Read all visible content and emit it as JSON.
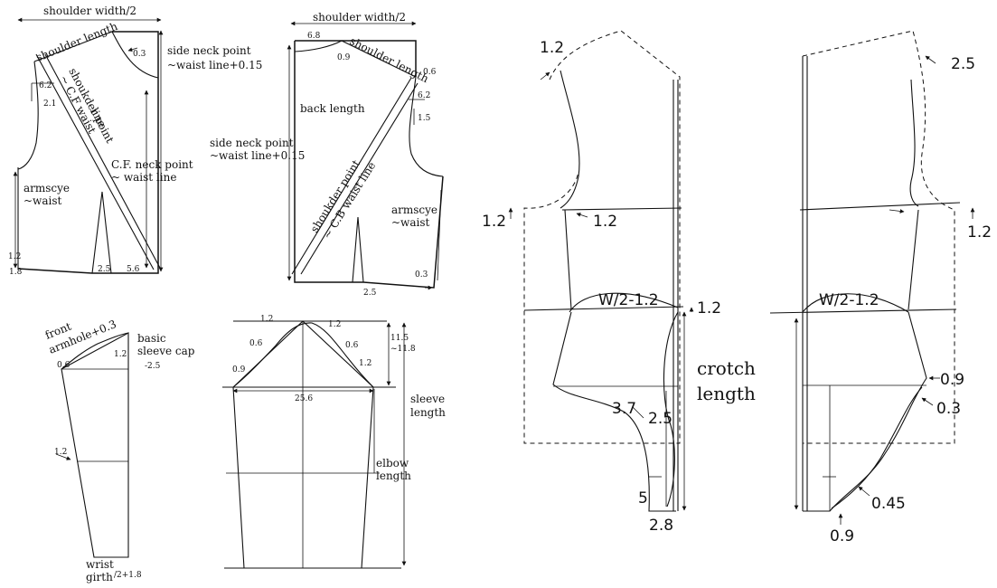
{
  "front_bodice": {
    "shoulder_width": "shoulder width/2",
    "shoulder_length": "shoulder length",
    "m_0_3": "0.3",
    "snp_1": "side neck point",
    "snp_2": "~waist line+0.15",
    "sp_cf_1": "shoukder point",
    "sp_cf_2": "~ C.F waist",
    "sp_cf_3": "line",
    "m_6_2": "6.2",
    "m_2_1": "2.1",
    "cf_neck_1": "C.F. neck point",
    "cf_neck_2": "~ waist line",
    "armscye_1": "armscye",
    "armscye_2": "~waist",
    "m_1_2": "1.2",
    "m_1_8": "1.8",
    "m_2_5": "2.5",
    "m_5_6": "5.6"
  },
  "back_bodice": {
    "shoulder_width": "shoulder width/2",
    "m_6_8": "6.8",
    "m_0_9": "0.9",
    "shoulder_length": "shoulder length",
    "m_0_6": "0.6",
    "m_6_2": "6.2",
    "m_1_5": "1.5",
    "back_length": "back length",
    "snp_1": "side neck point",
    "snp_2": "~waist line+0.15",
    "sp_cb_1": "shoukder point",
    "sp_cb_2": "~ C.B waist line",
    "armscye_1": "armscye",
    "armscye_2": "~waist",
    "m_0_3": "0.3",
    "m_2_5": "2.5"
  },
  "sleeve_left": {
    "front_armhole_1": "front",
    "front_armhole_2": "armhole+0.3",
    "basic_1": "basic",
    "basic_2": "sleeve cap",
    "basic_3": "-2.5",
    "m_1_2_top": "1.2",
    "m_0_6": "0.6",
    "m_1_2_mid": "1.2",
    "wrist_1": "wrist",
    "wrist_2": "girth",
    "wrist_3": "/2+1.8"
  },
  "sleeve_full": {
    "m_1_2_l": "1.2",
    "m_1_2_r": "1.2",
    "m_0_6_l": "0.6",
    "m_0_6_r": "0.6",
    "m_0_9": "0.9",
    "m_1_2_right": "1.2",
    "cap_1": "11.5",
    "cap_2": "~11.8",
    "width": "25.6",
    "sleeve_length_1": "sleeve",
    "sleeve_length_2": "length",
    "elbow_1": "elbow",
    "elbow_2": "length"
  },
  "front_pants": {
    "m_1_2_top": "1.2",
    "m_1_2_left": "1.2",
    "m_1_2_inner": "1.2",
    "waist": "W/2-1.2",
    "m_1_2_right": "1.2",
    "crotch_1": "crotch",
    "crotch_2": "length",
    "m_3_7": "3.7",
    "m_2_5": "2.5",
    "m_5": "5",
    "m_2_8": "2.8"
  },
  "back_pants": {
    "m_2_5": "2.5",
    "m_1_2": "1.2",
    "waist": "W/2-1.2",
    "m_0_9_r": "0.9",
    "m_0_3": "0.3",
    "m_0_45": "0.45",
    "m_0_9_b": "0.9"
  }
}
